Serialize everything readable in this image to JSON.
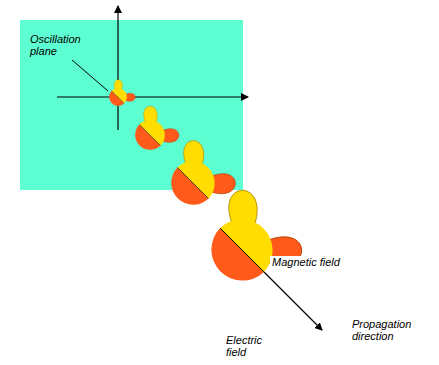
{
  "diagram": {
    "labels": [
      "Oscillation plane",
      "Magnetic field",
      "Electric field",
      "Propagation direction"
    ]
  }
}
